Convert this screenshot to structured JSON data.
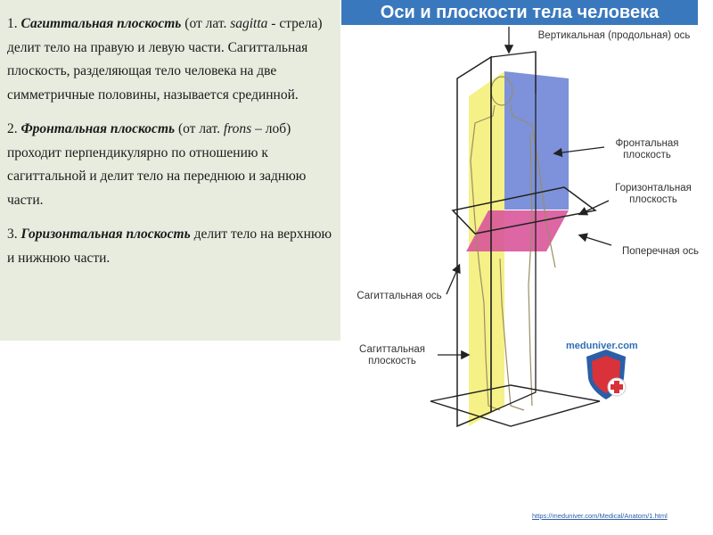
{
  "text": {
    "p1": {
      "num": "1. ",
      "term": "Сагиттальная плоскость",
      "pre_lat": " (от лат. ",
      "lat": "sagitta",
      "rest": " - стрела) делит тело на правую и левую части. Сагиттальная плоскость, разделяющая тело человека на две симметричные половины, называется срединной."
    },
    "p2": {
      "num": "2. ",
      "term": "Фронтальная плоскость",
      "pre_lat": " (от лат. ",
      "lat": "frons",
      "rest": " – лоб) проходит перпендикулярно по отношению к сагиттальной и делит тело на переднюю и заднюю части."
    },
    "p3": {
      "num": "3. ",
      "term": "Горизонтальная плоскость",
      "rest": " делит тело на верхнюю и нижнюю части."
    }
  },
  "figure": {
    "title": "Оси и плоскости тела человека",
    "labels": {
      "vertical_axis": "Вертикальная (продольная) ось",
      "frontal_plane": "Фронтальная плоскость",
      "horizontal_plane": "Горизонтальная плоскость",
      "transverse_axis": "Поперечная ось",
      "sagittal_axis": "Сагиттальная ось",
      "sagittal_plane": "Сагиттальная плоскость"
    },
    "brand": "meduniver.com",
    "colors": {
      "header": "#3a78bd",
      "sagittal": "#f4ef7a",
      "frontal": "#6f86d6",
      "horizontal": "#d9559a"
    }
  },
  "source_url": "https://meduniver.com/Medical/Anatom/1.html"
}
